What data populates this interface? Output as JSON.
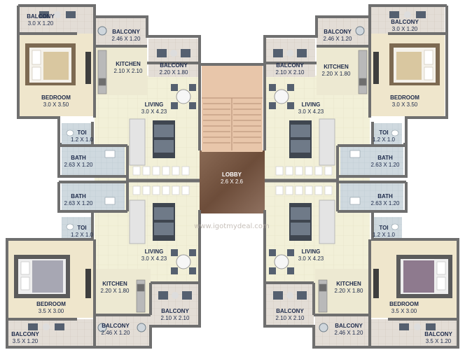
{
  "rooms": {
    "balcony_tl": {
      "name": "BALCONY",
      "dim": "3.0 X 1.20"
    },
    "balcony_tl2": {
      "name": "BALCONY",
      "dim": "2.46 X 1.20"
    },
    "balcony_tl3": {
      "name": "BALCONY",
      "dim": "2.20 X 1.80"
    },
    "kitchen_tl": {
      "name": "KITCHEN",
      "dim": "2.10 X 2.10"
    },
    "bedroom_tl": {
      "name": "BEDROOM",
      "dim": "3.0 X 3.50"
    },
    "living_tl": {
      "name": "LIVING",
      "dim": "3.0 X 4.23"
    },
    "toi_tl": {
      "name": "TOI",
      "dim": "1.2 X 1.0"
    },
    "bath_tl": {
      "name": "BATH",
      "dim": "2.63 X 1.20"
    },
    "balcony_tr": {
      "name": "BALCONY",
      "dim": "3.0 X 1.20"
    },
    "balcony_tr2": {
      "name": "BALCONY",
      "dim": "2.46 X 1.20"
    },
    "balcony_tr3": {
      "name": "BALCONY",
      "dim": "2.10 X 2.10"
    },
    "kitchen_tr": {
      "name": "KITCHEN",
      "dim": "2.20 X 1.80"
    },
    "bedroom_tr": {
      "name": "BEDROOM",
      "dim": "3.0 X 3.50"
    },
    "living_tr": {
      "name": "LIVING",
      "dim": "3.0 X 4.23"
    },
    "toi_tr": {
      "name": "TOI",
      "dim": "1.2 X 1.0"
    },
    "bath_tr": {
      "name": "BATH",
      "dim": "2.63 X 1.20"
    },
    "lobby": {
      "name": "LOBBY",
      "dim": "2.6 X 2.6"
    },
    "bath_bl": {
      "name": "BATH",
      "dim": "2.63 X 1.20"
    },
    "toi_bl": {
      "name": "TOI",
      "dim": "1.2 X 1.0"
    },
    "living_bl": {
      "name": "LIVING",
      "dim": "3.0 X 4.23"
    },
    "kitchen_bl": {
      "name": "KITCHEN",
      "dim": "2.20 X 1.80"
    },
    "bedroom_bl": {
      "name": "BEDROOM",
      "dim": "3.5 X 3.00"
    },
    "balcony_bl": {
      "name": "BALCONY",
      "dim": "3.5 X 1.20"
    },
    "balcony_bl2": {
      "name": "BALCONY",
      "dim": "2.46 X 1.20"
    },
    "balcony_bl3": {
      "name": "BALCONY",
      "dim": "2.10 X 2.10"
    },
    "bath_br": {
      "name": "BATH",
      "dim": "2.63 X 1.20"
    },
    "toi_br": {
      "name": "TOI",
      "dim": "1.2 X 1.0"
    },
    "living_br": {
      "name": "LIVING",
      "dim": "3.0 X 4.23"
    },
    "kitchen_br": {
      "name": "KITCHEN",
      "dim": "2.20 X 1.80"
    },
    "bedroom_br": {
      "name": "BEDROOM",
      "dim": "3.5 X 3.00"
    },
    "balcony_br": {
      "name": "BALCONY",
      "dim": "3.5 X 1.20"
    },
    "balcony_br2": {
      "name": "BALCONY",
      "dim": "2.46 X 1.20"
    },
    "balcony_br3": {
      "name": "BALCONY",
      "dim": "2.10 X 2.10"
    }
  },
  "watermark": "www.igotmydeal.com",
  "colors": {
    "wall": "#6f6f6f",
    "floor": "#f1efd6",
    "wet_floor": "#c9d6de",
    "balcony_floor": "#d7cfc4",
    "bed_floor": "#efe7cf",
    "lobby": "#7c5b46",
    "stair": "#e6c2a6"
  }
}
